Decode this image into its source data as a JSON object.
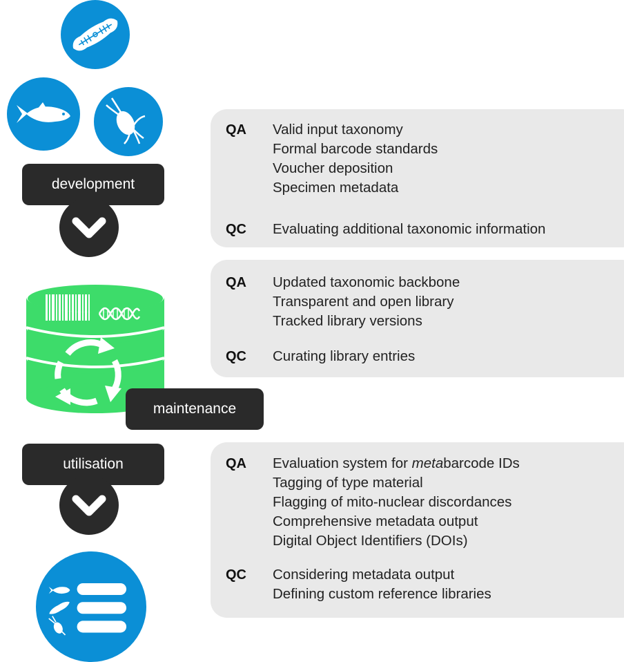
{
  "stages": {
    "development": "development",
    "maintenance": "maintenance",
    "utilisation": "utilisation"
  },
  "panels": [
    {
      "qa_tag": "QA",
      "qa_items": [
        "Valid input taxonomy",
        "Formal barcode standards",
        "Voucher deposition",
        "Specimen metadata"
      ],
      "qc_tag": "QC",
      "qc_items": [
        "Evaluating additional taxonomic information"
      ]
    },
    {
      "qa_tag": "QA",
      "qa_items": [
        "Updated taxonomic backbone",
        "Transparent and open library",
        "Tracked library versions"
      ],
      "qc_tag": "QC",
      "qc_items": [
        "Curating library entries"
      ]
    },
    {
      "qa_tag": "QA",
      "qa_items": [
        "Evaluation system for metabarcode IDs",
        "Tagging of type material",
        "Flagging of mito-nuclear discordances",
        "Comprehensive metadata output",
        "Digital Object Identifiers (DOIs)"
      ],
      "qa_first_item": {
        "italic": "meta",
        "rest": "barcode IDs",
        "prefix": "Evaluation system for "
      },
      "qc_tag": "QC",
      "qc_items": [
        "Considering metadata output",
        "Defining custom reference libraries"
      ]
    }
  ],
  "colors": {
    "blue": "#0b8fd6",
    "green": "#3ddc6a",
    "dark": "#2a2a2a",
    "panel": "#e9e9e9"
  },
  "icons": [
    "diatom-icon",
    "fish-icon",
    "copepod-icon",
    "chevron-down-icon",
    "database-icon",
    "barcode-icon",
    "dna-icon",
    "refresh-cycle-icon",
    "results-list-icon"
  ]
}
